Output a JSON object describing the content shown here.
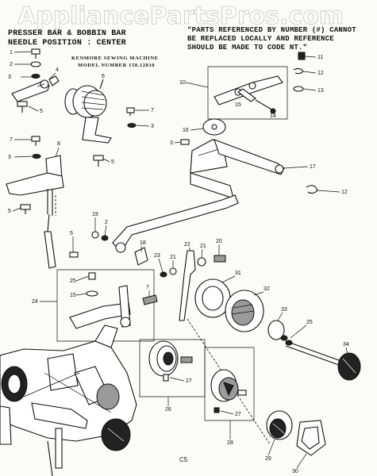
{
  "watermark": "AppliancePartsPros.com",
  "header": {
    "left_line1": "PRESSER BAR & BOBBIN BAR",
    "left_line2": "NEEDLE POSITION : CENTER",
    "right_line1": "\"PARTS REFERENCED BY NUMBER (#) CANNOT",
    "right_line2": "BE REPLACED LOCALLY AND REFERENCE",
    "right_line3": "SHOULD BE MADE TO CODE NT.\"",
    "model_line1": "KENMORE SEWING MACHINE",
    "model_line2": "MODEL NUMBER 158.12810"
  },
  "page_code": "C5",
  "callouts": [
    "1",
    "2",
    "3",
    "4",
    "5",
    "6",
    "7",
    "8",
    "10",
    "11",
    "12",
    "13",
    "14",
    "15",
    "16",
    "17",
    "18",
    "19",
    "20",
    "21",
    "22",
    "23",
    "24",
    "25",
    "26",
    "27",
    "28",
    "29",
    "30",
    "31",
    "32",
    "33",
    "34"
  ]
}
